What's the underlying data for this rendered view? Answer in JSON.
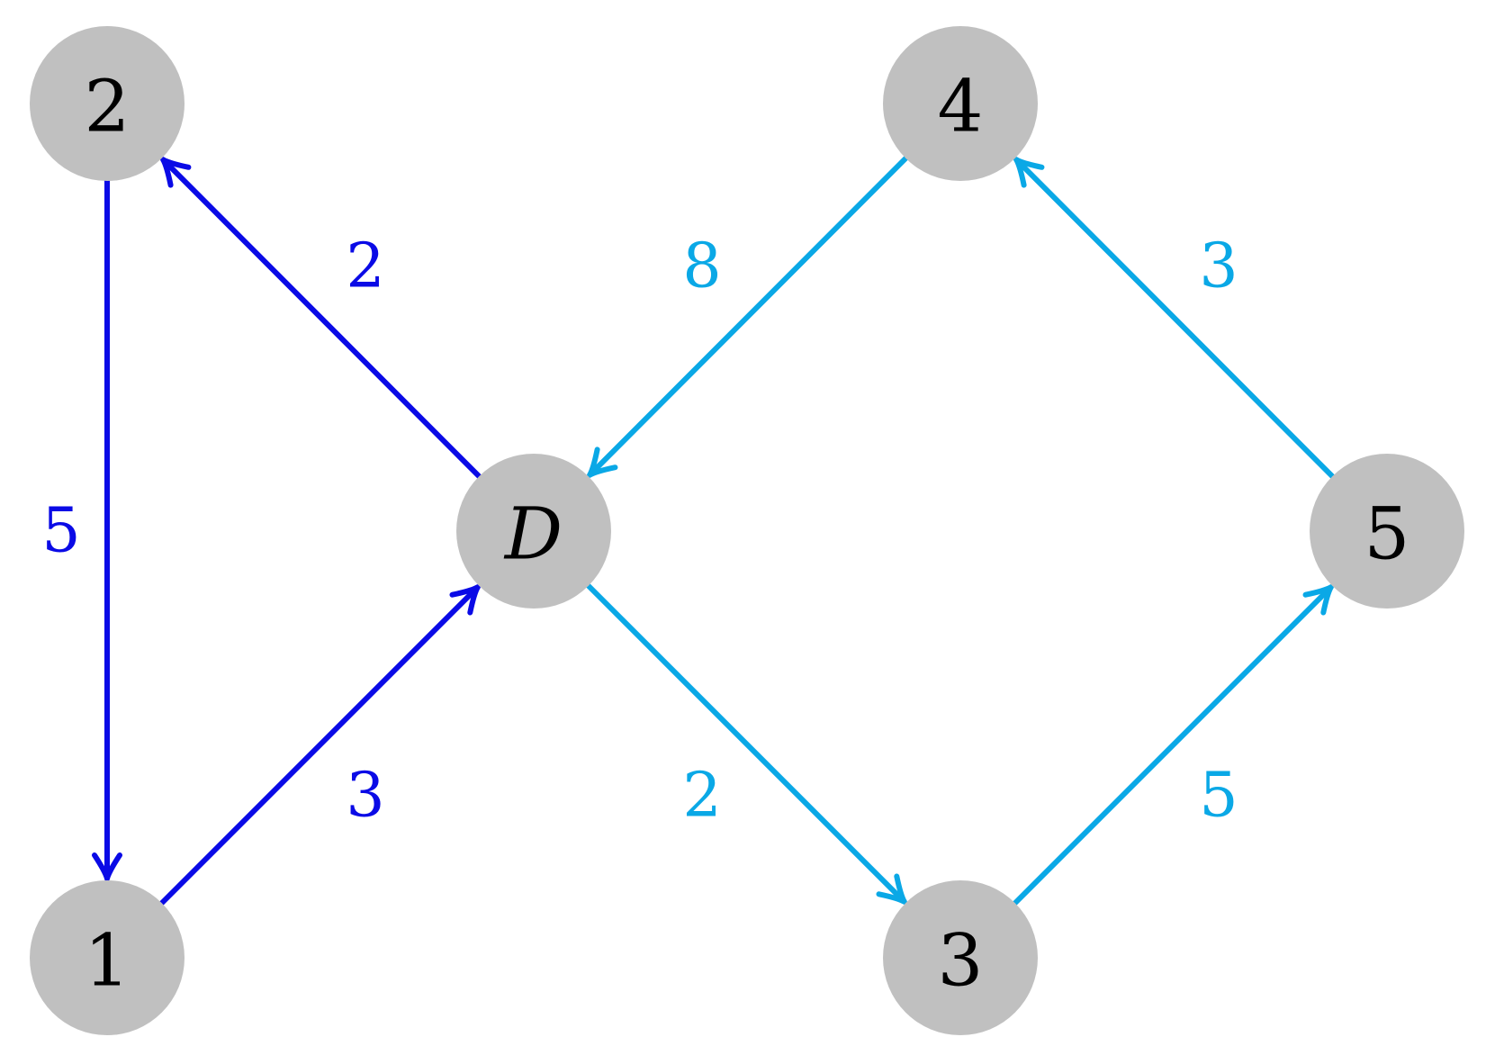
{
  "colors": {
    "node_fill": "#c0c0c0",
    "node_text": "#000000",
    "dark_blue": "#0a0ae6",
    "light_blue": "#0aa8e6",
    "background": "#ffffff"
  },
  "graph": {
    "nodes": [
      {
        "id": "n2",
        "label": "2",
        "italic": false
      },
      {
        "id": "n4",
        "label": "4",
        "italic": false
      },
      {
        "id": "nD",
        "label": "D",
        "italic": true
      },
      {
        "id": "n5",
        "label": "5",
        "italic": false
      },
      {
        "id": "n1",
        "label": "1",
        "italic": false
      },
      {
        "id": "n3",
        "label": "3",
        "italic": false
      }
    ],
    "edges": [
      {
        "id": "e-2-1",
        "from": "n2",
        "to": "n1",
        "weight": "5",
        "color": "dark_blue"
      },
      {
        "id": "e-1-D",
        "from": "n1",
        "to": "nD",
        "weight": "3",
        "color": "dark_blue"
      },
      {
        "id": "e-D-2",
        "from": "nD",
        "to": "n2",
        "weight": "2",
        "color": "dark_blue"
      },
      {
        "id": "e-4-D",
        "from": "n4",
        "to": "nD",
        "weight": "8",
        "color": "light_blue"
      },
      {
        "id": "e-D-3",
        "from": "nD",
        "to": "n3",
        "weight": "2",
        "color": "light_blue"
      },
      {
        "id": "e-3-5",
        "from": "n3",
        "to": "n5",
        "weight": "5",
        "color": "light_blue"
      },
      {
        "id": "e-5-4",
        "from": "n5",
        "to": "n4",
        "weight": "3",
        "color": "light_blue"
      }
    ]
  }
}
